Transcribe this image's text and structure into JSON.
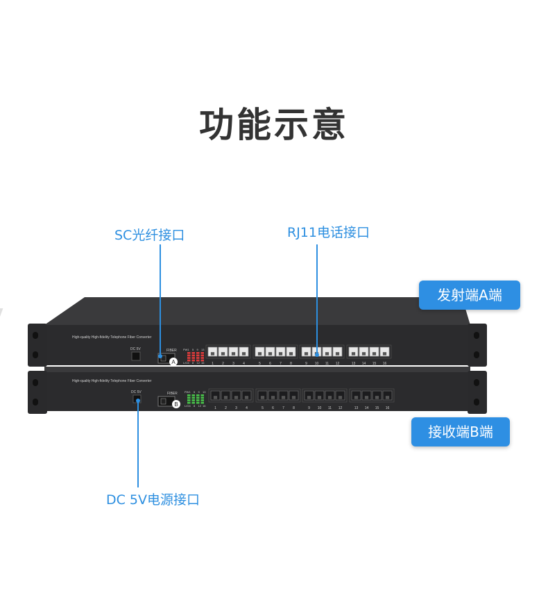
{
  "heading": "功能示意",
  "callouts": {
    "sc_fiber": "SC光纤接口",
    "rj11": "RJ11电话接口",
    "dc_power": "DC 5V电源接口"
  },
  "badges": {
    "transmitter": "发射端A端",
    "receiver": "接收端B端"
  },
  "device": {
    "model_text": "High-quality High-fidelity Telephone Fiber Converter",
    "power_label": "DC 5V",
    "fiber_label": "FIBER",
    "unit_a_letter": "A",
    "unit_b_letter": "B",
    "led_top_row": [
      "PW",
      "1",
      "5",
      "9",
      "13"
    ],
    "led_bottom_row": [
      "L/O",
      "4",
      "8",
      "12",
      "16"
    ],
    "port_numbers": [
      "1",
      "2",
      "3",
      "4",
      "5",
      "6",
      "7",
      "8",
      "9",
      "10",
      "11",
      "12",
      "13",
      "14",
      "15",
      "16"
    ],
    "colors": {
      "chassis": "#2b2b2d",
      "chassis_top": "#3a3a3c",
      "ear": "#2a2a2c",
      "led_a": "#e03b3b",
      "led_b": "#49c64a",
      "port_a": "#e9e9e9",
      "port_b": "#1c1c1e"
    }
  }
}
